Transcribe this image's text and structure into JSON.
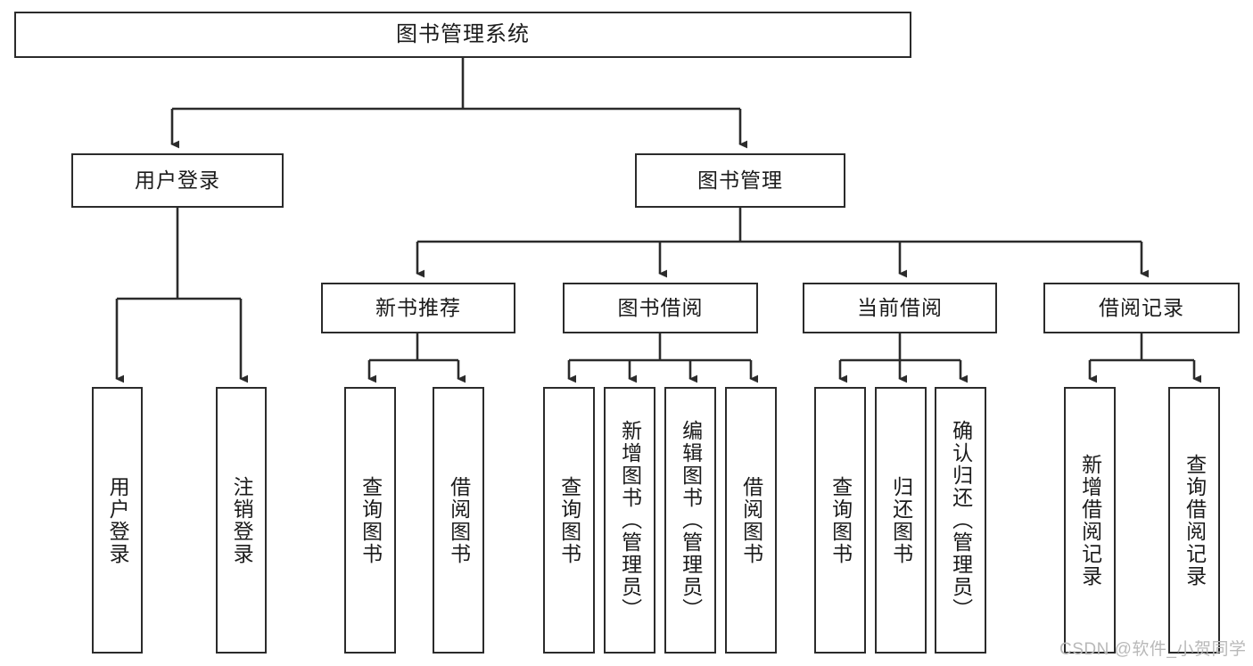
{
  "diagram": {
    "type": "hierarchy-tree",
    "title": "图书管理系统",
    "watermark": "CSDN @软件_小贺同学",
    "colors": {
      "stroke": "#2b2b2b",
      "fill": "#ffffff",
      "text": "#1b1b1b",
      "watermark": "#b9b9b9"
    },
    "nodes": {
      "root": {
        "label": "图书管理系统",
        "level": 1
      },
      "l2": [
        {
          "id": "user-login",
          "label": "用户登录",
          "level": 2
        },
        {
          "id": "book-manage",
          "label": "图书管理",
          "level": 2
        }
      ],
      "l3": [
        {
          "id": "new-book-rec",
          "label": "新书推荐",
          "level": 3
        },
        {
          "id": "book-borrow",
          "label": "图书借阅",
          "level": 3
        },
        {
          "id": "current-borrow",
          "label": "当前借阅",
          "level": 3
        },
        {
          "id": "borrow-record",
          "label": "借阅记录",
          "level": 3
        }
      ],
      "leaves": [
        {
          "id": "leaf-user-login",
          "label": "用户登录",
          "parent": "user-login"
        },
        {
          "id": "leaf-user-logout",
          "label": "注销登录",
          "parent": "user-login"
        },
        {
          "id": "leaf-query-book-1",
          "label": "查询图书",
          "parent": "new-book-rec"
        },
        {
          "id": "leaf-borrow-book-1",
          "label": "借阅图书",
          "parent": "new-book-rec"
        },
        {
          "id": "leaf-query-book-2",
          "label": "查询图书",
          "parent": "book-borrow"
        },
        {
          "id": "leaf-add-book",
          "label": "新增图书（管理员）",
          "parent": "book-borrow"
        },
        {
          "id": "leaf-edit-book",
          "label": "编辑图书（管理员）",
          "parent": "book-borrow"
        },
        {
          "id": "leaf-borrow-book-2",
          "label": "借阅图书",
          "parent": "book-borrow"
        },
        {
          "id": "leaf-query-book-3",
          "label": "查询图书",
          "parent": "current-borrow"
        },
        {
          "id": "leaf-return-book",
          "label": "归还图书",
          "parent": "current-borrow"
        },
        {
          "id": "leaf-confirm-return",
          "label": "确认归还（管理员）",
          "parent": "current-borrow"
        },
        {
          "id": "leaf-add-record",
          "label": "新增借阅记录",
          "parent": "borrow-record"
        },
        {
          "id": "leaf-query-record",
          "label": "查询借阅记录",
          "parent": "borrow-record"
        }
      ]
    }
  }
}
